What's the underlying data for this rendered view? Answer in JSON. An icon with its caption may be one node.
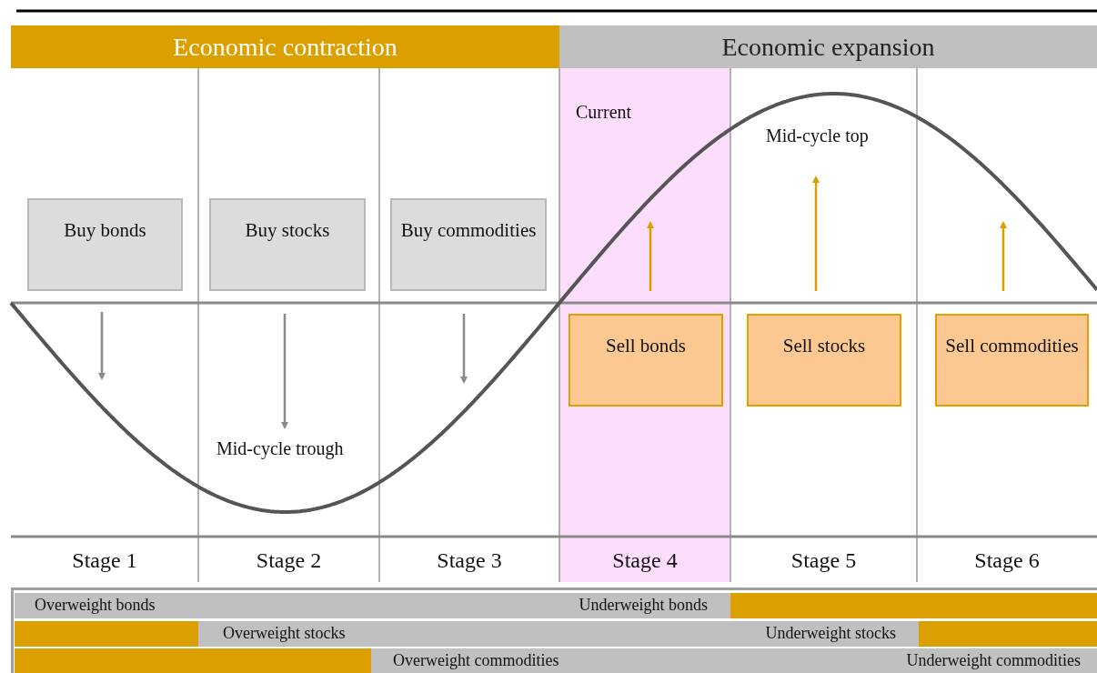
{
  "diagram": {
    "nodes": [
      {
        "text": [
          "Economic contraction"
        ]
      },
      {
        "text": [
          "Economic expansion"
        ]
      },
      {
        "text": [
          "Buy bonds"
        ]
      },
      {
        "text": [
          "Buy stocks"
        ]
      },
      {
        "text": [
          "Buy commodities"
        ]
      },
      {
        "text": [
          "Sell bonds"
        ]
      },
      {
        "text": [
          "Sell stocks"
        ]
      },
      {
        "text": [
          "Sell commodities"
        ]
      }
    ],
    "labels": [
      "Current",
      "Mid-cycle top",
      "Mid-cycle trough",
      "Stage 1",
      "Stage 2",
      "Stage 3",
      "Stage 4",
      "Stage 5",
      "Stage 6",
      "Overweight bonds",
      "Underweight bonds",
      "Overweight stocks",
      "Underweight stocks",
      "Overweight commodities",
      "Underweight commodities"
    ]
  }
}
